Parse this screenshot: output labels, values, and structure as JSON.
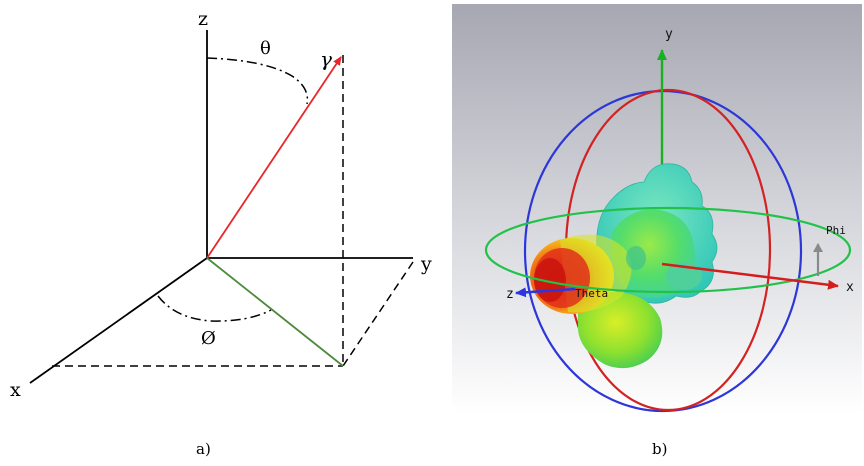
{
  "left_figure": {
    "axis_labels": {
      "z": "z",
      "y": "y",
      "x": "x"
    },
    "angle_labels": {
      "theta": "θ",
      "phi": "Ø",
      "gamma": "γ"
    },
    "colors": {
      "axes": "#000000",
      "vector": "#e8262a",
      "projection": "#4e8a3c"
    }
  },
  "right_figure": {
    "axis_labels": {
      "y": "y",
      "x": "x",
      "z": "z"
    },
    "angle_labels": {
      "theta": "Theta",
      "phi": "Phi"
    },
    "colors": {
      "background_top": "#a8a9b3",
      "background_bottom": "#ffffff",
      "y_axis": "#19b022",
      "x_axis": "#d61d1d",
      "z_axis": "#2b36e0",
      "ring_blue": "#2d37d8",
      "ring_red": "#d22222",
      "ring_green": "#22c24a",
      "lobe_hot": "#e8261a",
      "lobe_mid": "#f5d81e",
      "lobe_cool": "#4fd9b0"
    }
  },
  "captions": {
    "a": "a)",
    "b": "b)"
  }
}
